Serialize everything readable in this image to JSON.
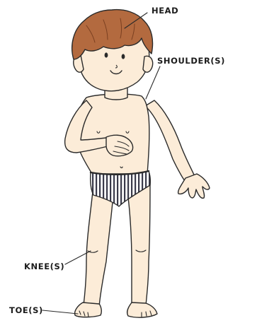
{
  "labels": {
    "head": "HEAD",
    "shoulders": "SHOULDER(S)",
    "knees": "KNEE(S)",
    "toes": "TOE(S)"
  },
  "colors": {
    "skin": "#fcecd8",
    "hair": "#b36a3f",
    "outline": "#2a2a2a",
    "stripes": "#3a3a4a"
  }
}
